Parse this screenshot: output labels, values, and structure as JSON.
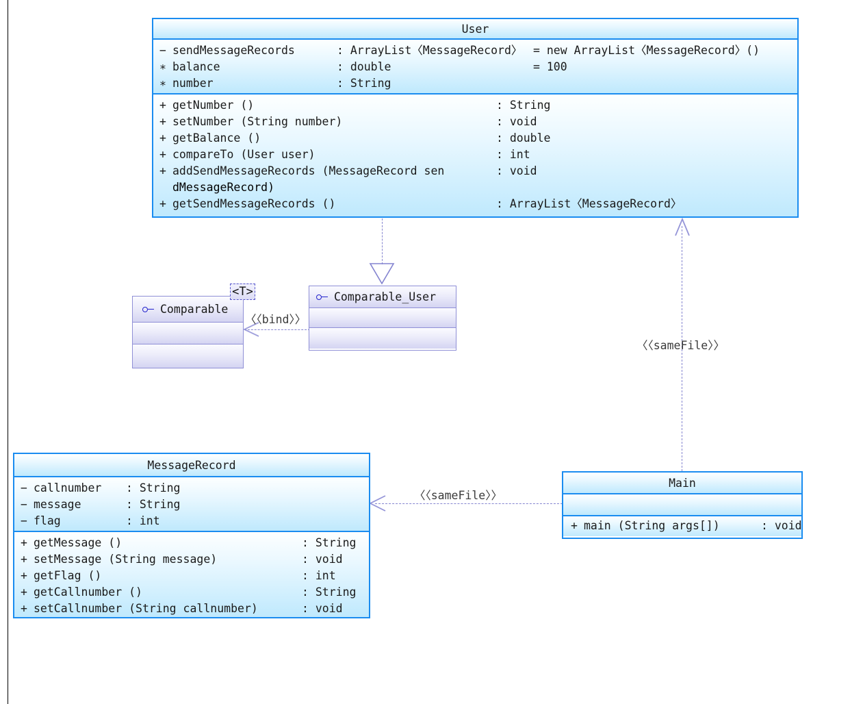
{
  "diagram": {
    "type": "uml-class-diagram",
    "classes": [
      {
        "id": "user",
        "name": "User",
        "stereotype_icon": "",
        "attributes": [
          {
            "visibility": "−",
            "name": "sendMessageRecords",
            "type": ": ArrayList〈MessageRecord〉",
            "default": "= new ArrayList〈MessageRecord〉()"
          },
          {
            "visibility": "∗",
            "name": "balance",
            "type": ": double",
            "default": "= 100"
          },
          {
            "visibility": "∗",
            "name": "number",
            "type": ": String",
            "default": ""
          }
        ],
        "methods": [
          {
            "visibility": "+",
            "name": "getNumber ()",
            "type": ": String",
            "cont": ""
          },
          {
            "visibility": "+",
            "name": "setNumber (String number)",
            "type": ": void",
            "cont": ""
          },
          {
            "visibility": "+",
            "name": "getBalance ()",
            "type": ": double",
            "cont": ""
          },
          {
            "visibility": "+",
            "name": "compareTo (User user)",
            "type": ": int",
            "cont": ""
          },
          {
            "visibility": "+",
            "name": "addSendMessageRecords (MessageRecord sen",
            "type": ": void",
            "cont": "dMessageRecord)"
          },
          {
            "visibility": "+",
            "name": "getSendMessageRecords ()",
            "type": ": ArrayList〈MessageRecord〉",
            "cont": ""
          }
        ]
      },
      {
        "id": "comparable",
        "name": "Comparable",
        "template_parameter": "<T>",
        "attributes": [],
        "methods": []
      },
      {
        "id": "comparable_user",
        "name": "Comparable_User",
        "attributes": [],
        "methods": []
      },
      {
        "id": "messagerecord",
        "name": "MessageRecord",
        "attributes": [
          {
            "visibility": "−",
            "name": "callnumber",
            "type": ": String",
            "default": ""
          },
          {
            "visibility": "−",
            "name": "message",
            "type": ": String",
            "default": ""
          },
          {
            "visibility": "−",
            "name": "flag",
            "type": ": int",
            "default": ""
          }
        ],
        "methods": [
          {
            "visibility": "+",
            "name": "getMessage ()",
            "type": ": String",
            "cont": ""
          },
          {
            "visibility": "+",
            "name": "setMessage (String message)",
            "type": ": void",
            "cont": ""
          },
          {
            "visibility": "+",
            "name": "getFlag ()",
            "type": ": int",
            "cont": ""
          },
          {
            "visibility": "+",
            "name": "getCallnumber ()",
            "type": ": String",
            "cont": ""
          },
          {
            "visibility": "+",
            "name": "setCallnumber (String callnumber)",
            "type": ": void",
            "cont": ""
          }
        ]
      },
      {
        "id": "main",
        "name": "Main",
        "attributes": [],
        "methods": [
          {
            "visibility": "+",
            "name": "main (String args[])",
            "type": ": void",
            "cont": ""
          }
        ]
      }
    ],
    "relations": [
      {
        "id": "realize-user-comparableuser",
        "kind": "realization",
        "from": "Comparable_User",
        "to": "User",
        "label": ""
      },
      {
        "id": "bind-comparableuser-comparable",
        "kind": "dependency",
        "from": "Comparable_User",
        "to": "Comparable",
        "label": "〈〈bind〉〉"
      },
      {
        "id": "samefile-main-user",
        "kind": "dependency",
        "from": "Main",
        "to": "User",
        "label": "〈〈sameFile〉〉"
      },
      {
        "id": "samefile-main-messagerecord",
        "kind": "dependency",
        "from": "Main",
        "to": "MessageRecord",
        "label": "〈〈sameFile〉〉"
      }
    ],
    "colors": {
      "class_border": "#1a8cf0",
      "class_fill_top": "#fdffff",
      "class_fill_bottom": "#bfe9fd",
      "interface_border": "#8f8fd6",
      "interface_fill": "#d4d4f2",
      "connector": "#8484d0",
      "icon_stroke": "#2222cc",
      "page_border": "#000000"
    }
  }
}
